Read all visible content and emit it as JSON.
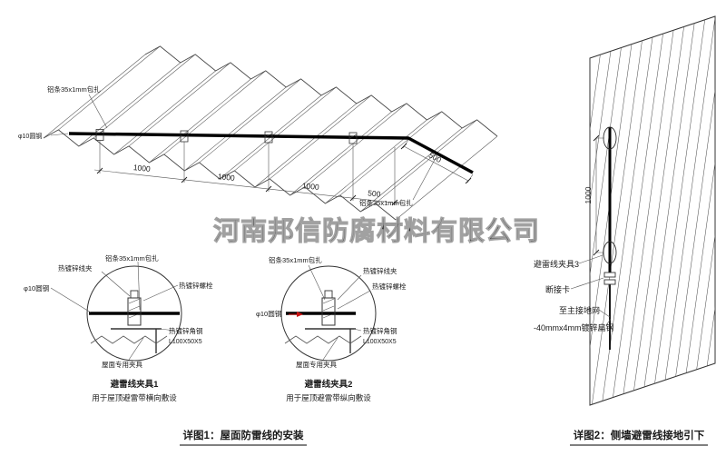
{
  "watermark": "河南邦信防腐材料有限公司",
  "roof": {
    "label_strip_top": "铝条35x1mm包扎",
    "label_rod": "φ10圆钢",
    "label_strip_right": "铝条35x1mm包扎",
    "dim_1": "1000",
    "dim_2": "1000",
    "dim_3": "1000",
    "dim_4": "500",
    "dim_edge": "500"
  },
  "detail1": {
    "label_clamp": "热镀锌线夹",
    "label_strip": "铝条35x1mm包扎",
    "label_bolt": "热镀锌螺栓",
    "label_rod": "φ10圆钢",
    "label_angle": "热镀锌角钢",
    "label_angle_spec": "L100X50X5",
    "label_fixture": "屋面专用夹具",
    "title": "避雷线夹具1",
    "subtitle": "用于屋顶避雷带横向敷设"
  },
  "detail2": {
    "label_strip": "铝条35x1mm包扎",
    "label_clamp": "热镀锌线夹",
    "label_bolt": "热镀锌螺栓",
    "label_rod": "φ10圆钢",
    "rod_color": "#cc1111",
    "label_angle": "热镀锌角钢",
    "label_angle_spec": "L100X50X5",
    "label_fixture": "屋面专用夹具",
    "title": "避雷线夹具2",
    "subtitle": "用于屋顶避雷带纵向敷设"
  },
  "wall": {
    "dim": "1000",
    "label_clamp3": "避雷线夹具3",
    "label_disconnect": "断接卡",
    "label_ground": "至主接地网",
    "label_flat_steel": "-40mmx4mm镀锌扁钢"
  },
  "captions": {
    "detail1": "详图1：屋面防雷线的安装",
    "detail2": "详图2：侧墙避雷线接地引下"
  }
}
